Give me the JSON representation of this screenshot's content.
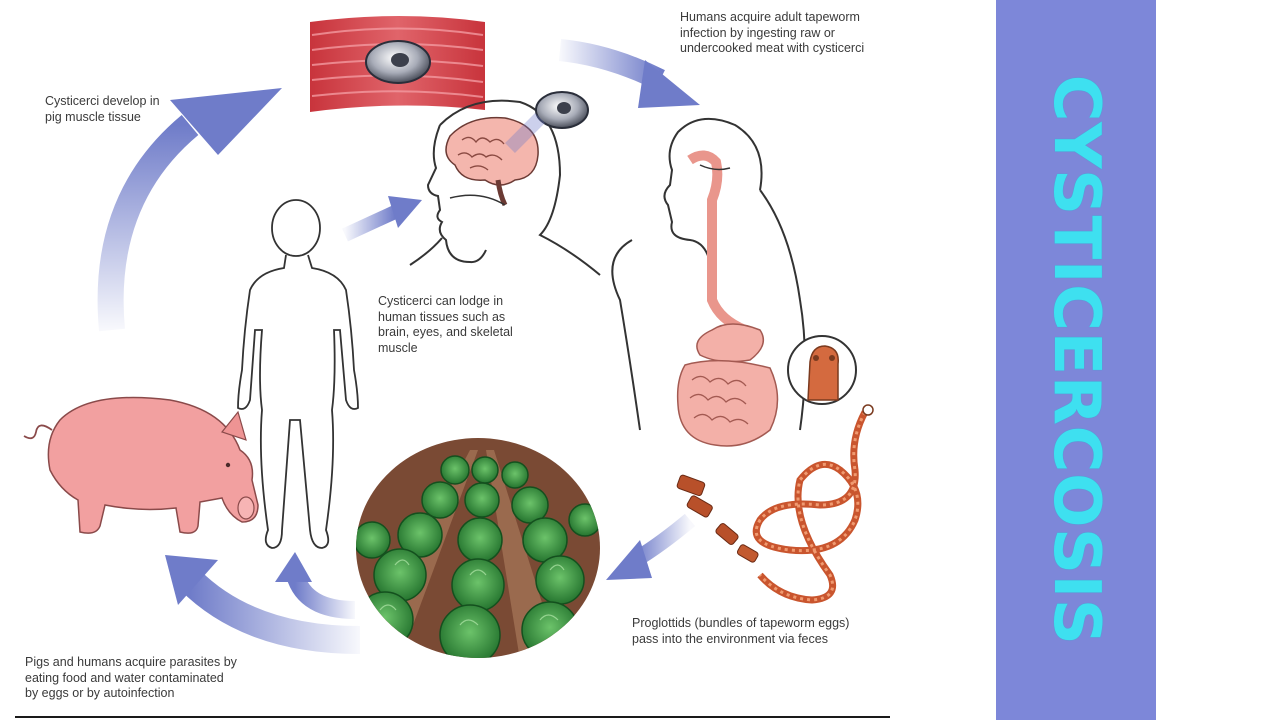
{
  "captions": {
    "muscle": "Cysticerci develop in\npig muscle tissue",
    "ingest": "Humans acquire adult tapeworm\ninfection by ingesting raw or\nundercooked meat with cysticerci",
    "tissues": "Cysticerci can lodge in\nhuman tissues such as\nbrain, eyes, and skeletal\nmuscle",
    "proglottids": "Proglottids (bundles of tapeworm eggs)\npass into the environment via feces",
    "acquire": "Pigs and humans acquire parasites by\neating food and water contaminated\nby eggs or by autoinfection"
  },
  "side_title": "CYSTICERCOSIS",
  "colors": {
    "arrow": "#6f7cc9",
    "panel": "#7d87d9",
    "title": "#3ee0f0",
    "pig": "#f2a0a0",
    "organ": "#f3b0a8",
    "worm": "#e87a4e",
    "cabbage": "#2f8f3a",
    "muscle": "#d9565c"
  },
  "icons": [
    "muscle-tissue-icon",
    "eye-cyst-icon",
    "human-head-brain-icon",
    "human-body-icon",
    "digestive-system-icon",
    "tapeworm-icon",
    "cabbage-field-icon",
    "pig-icon"
  ]
}
